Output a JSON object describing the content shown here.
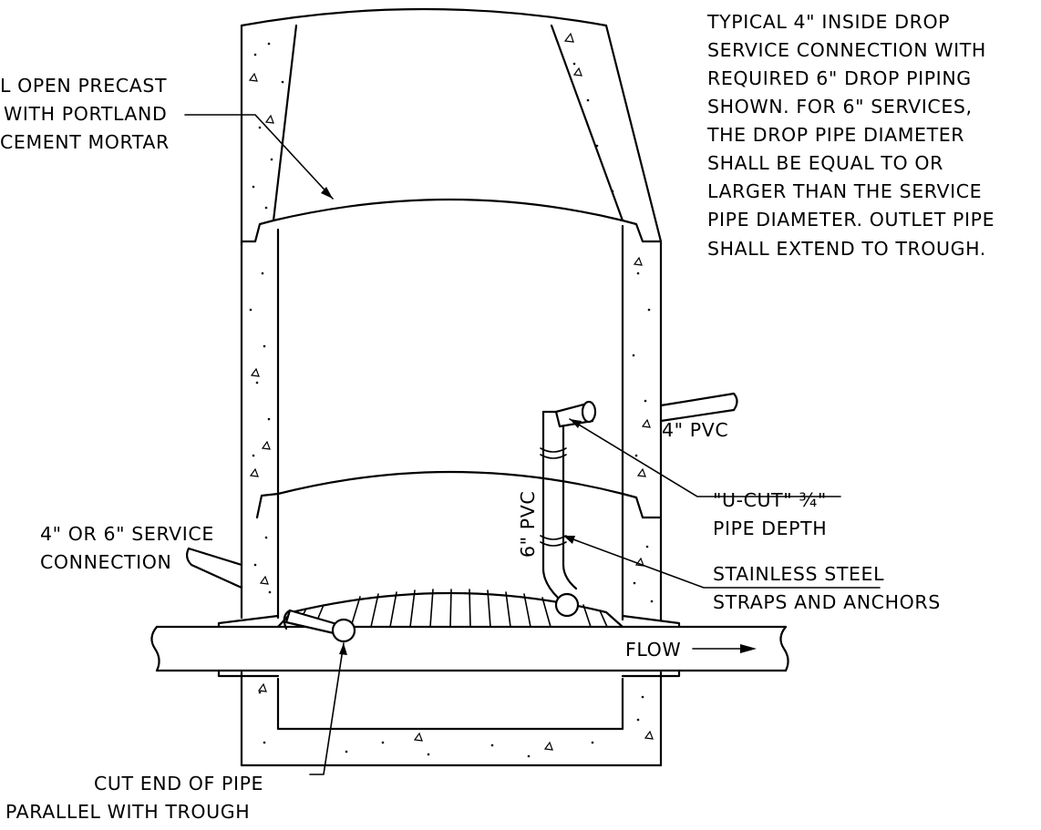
{
  "notes": {
    "fill_label": [
      "L OPEN PRECAST",
      "WITH PORTLAND",
      "CEMENT MORTAR"
    ],
    "typical_note": [
      "TYPICAL 4\" INSIDE DROP",
      "SERVICE CONNECTION WITH",
      "REQUIRED 6\" DROP PIPING",
      "SHOWN. FOR 6\" SERVICES,",
      "THE DROP PIPE DIAMETER",
      "SHALL BE EQUAL TO OR",
      "LARGER THAN THE SERVICE",
      "PIPE DIAMETER. OUTLET PIPE",
      "SHALL EXTEND TO TROUGH."
    ],
    "pvc_4": "4\" PVC",
    "pvc_6": "6\" PVC",
    "ucut": [
      "\"U-CUT\" ¾\"",
      "PIPE DEPTH"
    ],
    "service": [
      "4\" OR 6\" SERVICE",
      "CONNECTION"
    ],
    "straps": [
      "STAINLESS STEEL",
      "STRAPS AND ANCHORS"
    ],
    "flow": "FLOW",
    "cut_end": [
      "CUT END OF PIPE",
      "PARALLEL WITH TROUGH"
    ]
  }
}
